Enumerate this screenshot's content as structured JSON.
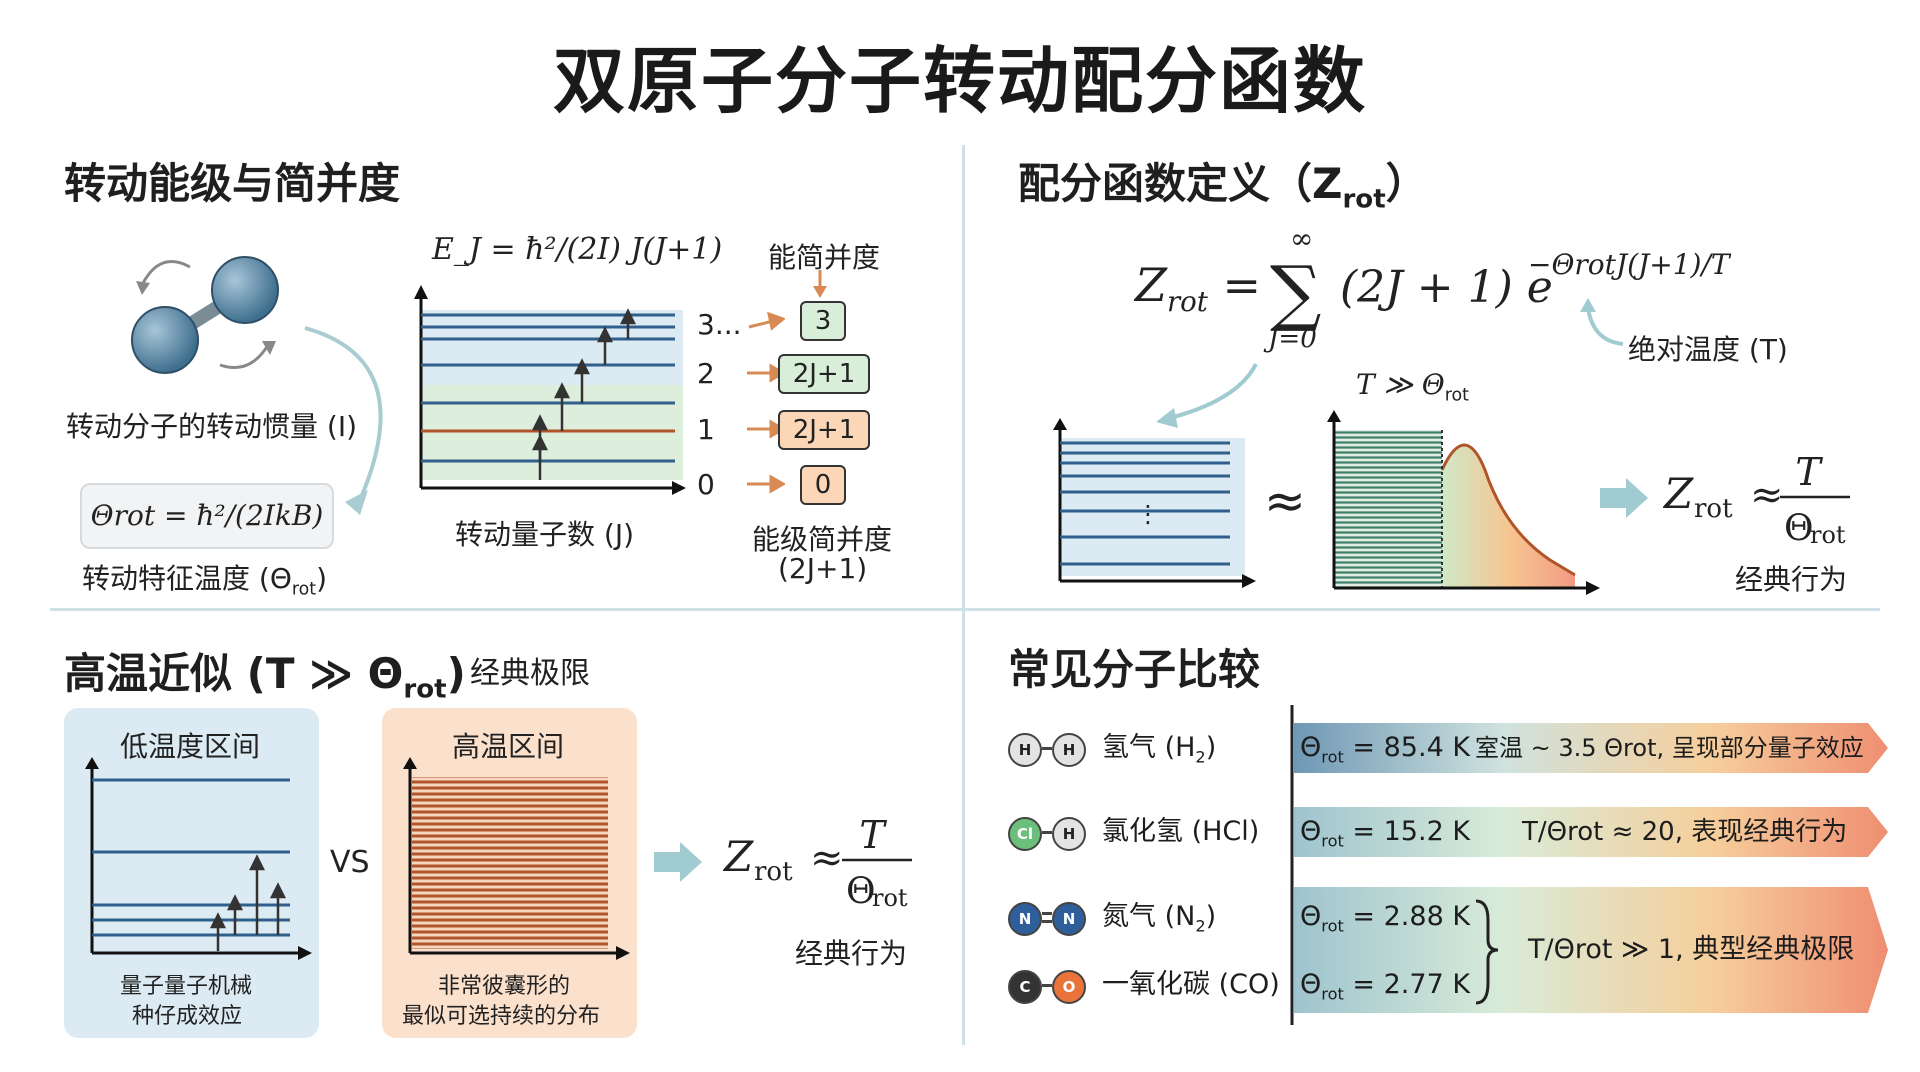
{
  "title": "双原子分子转动配分函数",
  "sections": {
    "levels": {
      "title": "转动能级与简并度",
      "energy_formula": "E_J = ħ²/(2I) J(J+1)",
      "degeneracy_header": "能简并度",
      "level_labels": [
        "3...",
        "2",
        "1",
        "0"
      ],
      "degeneracy_values": [
        "3",
        "2J+1",
        "2J+1",
        "0"
      ],
      "molecule_caption": "转动分子的转动惯量 (I)",
      "theta_formula": "Θrot = ħ²/(2IkB)",
      "theta_caption_main": "转动特征温度 (Θ",
      "theta_caption_sub": "rot",
      "theta_caption_end": ")",
      "x_axis_label": "转动量子数 (J)",
      "degeneracy_caption_1": "能级简并度",
      "degeneracy_caption_2": "(2J+1)"
    },
    "definition": {
      "title_main": "配分函数定义（Z",
      "title_sub": "rot",
      "title_end": "）",
      "sum_formula_lhs": "Z",
      "sum_formula_lhs_sub": "rot",
      "sum_formula_body": "(2J + 1) e",
      "sum_formula_exp": "−ΘrotJ(J+1)/T",
      "sum_upper": "∞",
      "sum_lower": "J=0",
      "abs_temp_label": "绝对温度 (T)",
      "condition_main": "T ≫ Θ",
      "condition_sub": "rot",
      "approx_symbol": "≈",
      "ellipsis": "⋮",
      "result_caption": "经典行为"
    },
    "high_temp": {
      "title_main": "高温近似 (T ≫ Θ",
      "title_sub": "rot",
      "title_end": ")",
      "title_note": "经典极限",
      "low_panel_title": "低温度区间",
      "low_panel_caption_1": "量子量子机械",
      "low_panel_caption_2": "种仔成效应",
      "vs_label": "VS",
      "high_panel_title": "高温区间",
      "high_panel_caption_1": "非常彼囊形的",
      "high_panel_caption_2": "最似可选持续的分布",
      "result_caption": "经典行为"
    },
    "comparison": {
      "title": "常见分子比较",
      "rows": [
        {
          "atoms": [
            "H",
            "H"
          ],
          "name": "氢气 (H",
          "name_sub": "2",
          "name_end": ")",
          "theta": "= 85.4 K",
          "note": "室温 ~ 3.5 Θrot, 呈现部分量子效应"
        },
        {
          "atoms": [
            "Cl",
            "H"
          ],
          "name": "氯化氢 (HCl)",
          "name_sub": "",
          "name_end": "",
          "theta": "= 15.2 K",
          "note": "T/Θrot ≈ 20, 表现经典行为"
        },
        {
          "atoms": [
            "N",
            "N"
          ],
          "name": "氮气 (N",
          "name_sub": "2",
          "name_end": ")",
          "theta": "= 2.88 K",
          "note": ""
        },
        {
          "atoms": [
            "C",
            "O"
          ],
          "name": "一氧化碳 (CO)",
          "name_sub": "",
          "name_end": "",
          "theta": "= 2.77 K",
          "note": ""
        }
      ],
      "group_note": "T/Θrot ≫ 1, 典型经典极限"
    }
  },
  "colors": {
    "blue_level": "#2f5f8a",
    "orange_level": "#b0552a",
    "green_box": "#d8eed8",
    "orange_box": "#fbd7b8",
    "arrow_teal": "#9fcbd1",
    "arrow_orange": "#d88a55"
  }
}
